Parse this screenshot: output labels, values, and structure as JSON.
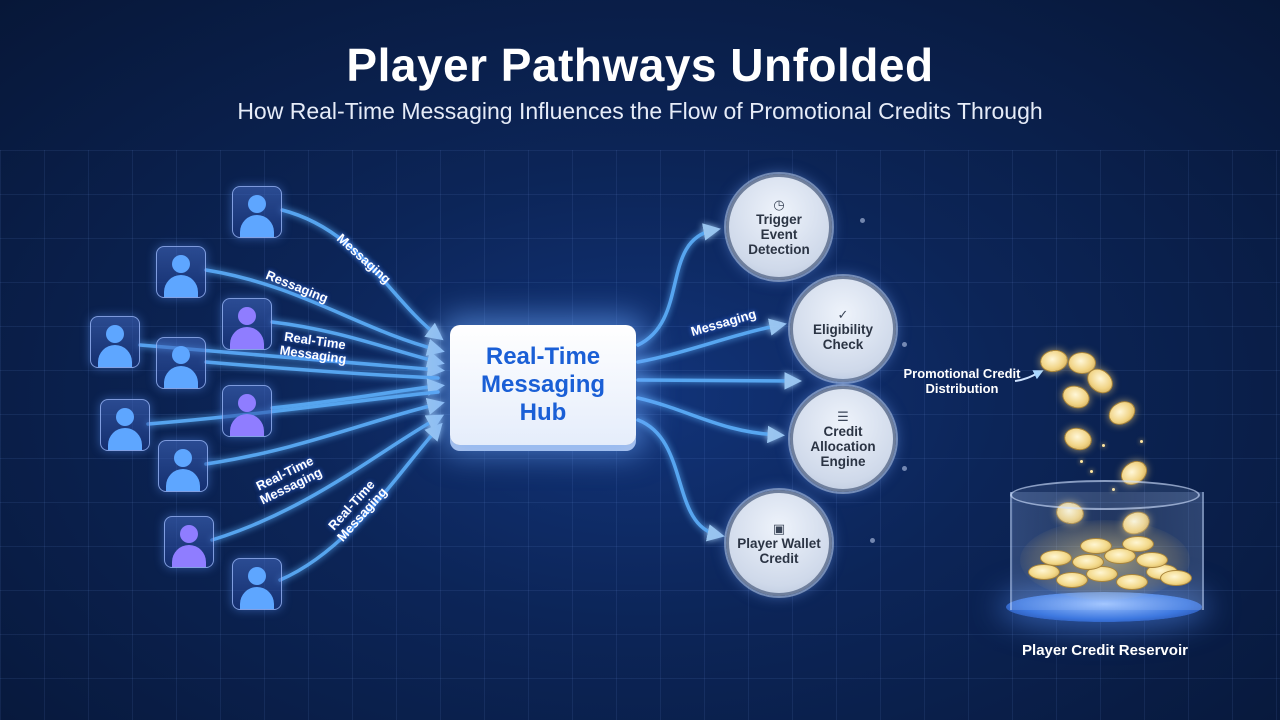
{
  "title": "Player Pathways Unfolded",
  "subtitle": "How Real-Time Messaging Influences the Flow of Promotional Credits Through",
  "hub": {
    "label": "Real-Time Messaging Hub"
  },
  "flow_labels": {
    "messaging_1": "Messaging",
    "ressaging": "Ressaging",
    "rtm_1": "Real-Time Messaging",
    "rtm_2": "Real-Time Messaging",
    "rtm_3": "Real-Time Messaging",
    "messaging_out": "Messaging"
  },
  "stages": [
    {
      "id": "trigger",
      "label": "Trigger Event Detection",
      "icon": "clock-icon"
    },
    {
      "id": "eligibility",
      "label": "Eligibility Check",
      "icon": "check-circle-icon"
    },
    {
      "id": "allocation",
      "label": "Credit Allocation Engine",
      "icon": "database-icon"
    },
    {
      "id": "wallet",
      "label": "Player Wallet Credit",
      "icon": "wallet-icon"
    }
  ],
  "distribution_label": "Promotional Credit Distribution",
  "reservoir_label": "Player Credit Reservoir",
  "colors": {
    "background": "#0c2558",
    "flow": "#5fb3ff",
    "hub_text": "#1a5fd6",
    "player_blue": "#5ea6ff",
    "player_purple": "#8f7dff",
    "coin": "#f3d98a"
  }
}
